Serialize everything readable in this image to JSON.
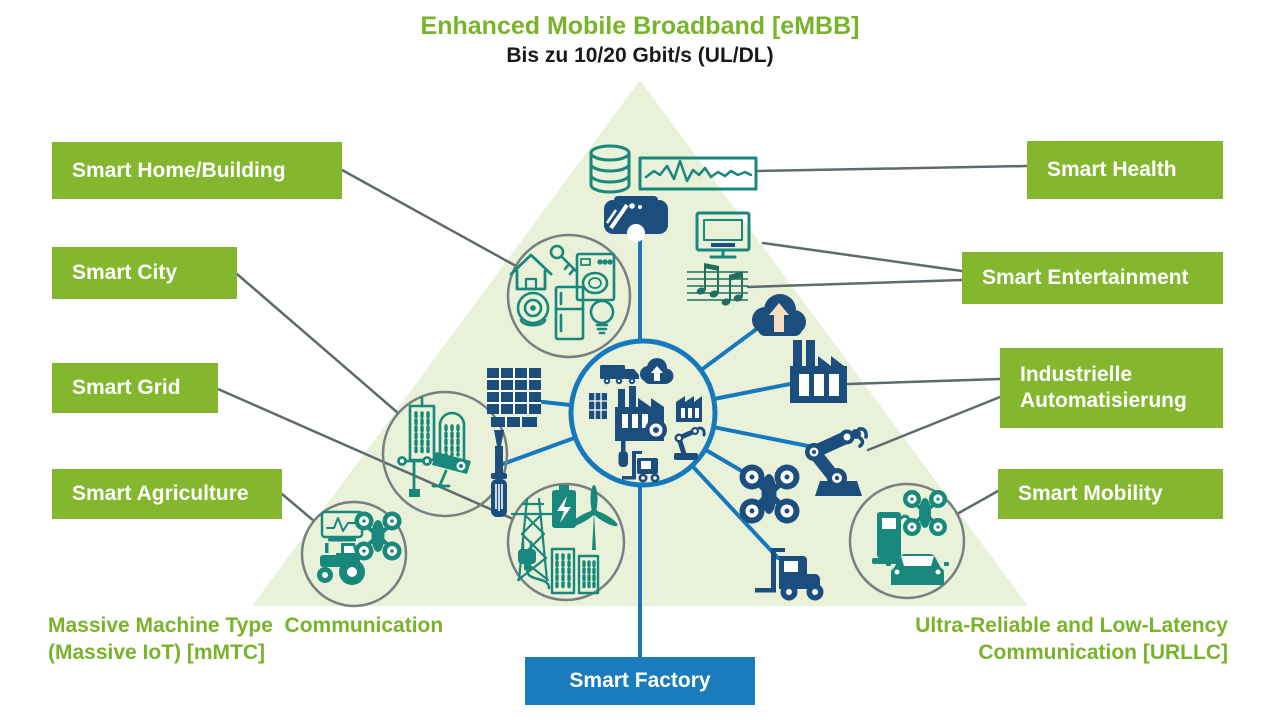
{
  "diagram": {
    "title": "Enhanced Mobile Broadband [eMBB]",
    "subtitle": "Bis zu 10/20 Gbit/s (UL/DL)",
    "corner_left_line1": "Massive Machine Type  Communication",
    "corner_left_line2": "(Massive IoT) [mMTC]",
    "corner_right_line1": "Ultra-Reliable and Low-Latency",
    "corner_right_line2": "Communication [URLLC]"
  },
  "labels": {
    "smart_home": "Smart Home/Building",
    "smart_city": "Smart City",
    "smart_grid": "Smart Grid",
    "smart_agriculture": "Smart Agriculture",
    "smart_health": "Smart Health",
    "smart_entertainment": "Smart Entertainment",
    "industrial_line1": "Industrielle",
    "industrial_line2": "Automatisierung",
    "smart_mobility": "Smart Mobility",
    "smart_factory": "Smart Factory"
  },
  "colors": {
    "label_green": "#85b72e",
    "heading_green": "#79b32a",
    "factory_blue": "#1a7bbd",
    "line_blue": "#1779bd",
    "icon_navy": "#1b4e7d",
    "icon_teal": "#17887b",
    "music_green": "#1e6f5f",
    "triangle_fill": "#e9f1d8",
    "connector_gray": "#5f6a6e",
    "circle_gray": "#75807f",
    "subtitle_black": "#1a1a1a"
  },
  "icons": [
    "database-icon",
    "ecg-monitor-icon",
    "vr-headset-icon",
    "desktop-monitor-icon",
    "music-notes-icon",
    "house-icon",
    "key-icon",
    "washing-machine-icon",
    "webcam-icon",
    "fridge-icon",
    "lightbulb-icon",
    "skyscraper-icon",
    "street-lamp-icon",
    "cctv-camera-icon",
    "power-pylon-icon",
    "battery-icon",
    "wind-turbine-icon",
    "power-plug-icon",
    "city-buildings-icon",
    "field-monitor-icon",
    "agriculture-drone-icon",
    "tractor-icon",
    "charging-station-icon",
    "mobility-drone-icon",
    "car-icon",
    "truck-icon",
    "cloud-icon",
    "solar-panel-small-icon",
    "factory-gear-icon",
    "factory-small-icon",
    "screwdriver-small-icon",
    "robot-arm-small-icon",
    "forklift-small-icon",
    "cloud-upload-icon",
    "factory-icon",
    "robot-arm-icon",
    "delivery-drone-icon",
    "forklift-icon",
    "solar-panel-icon",
    "screwdriver-icon"
  ]
}
